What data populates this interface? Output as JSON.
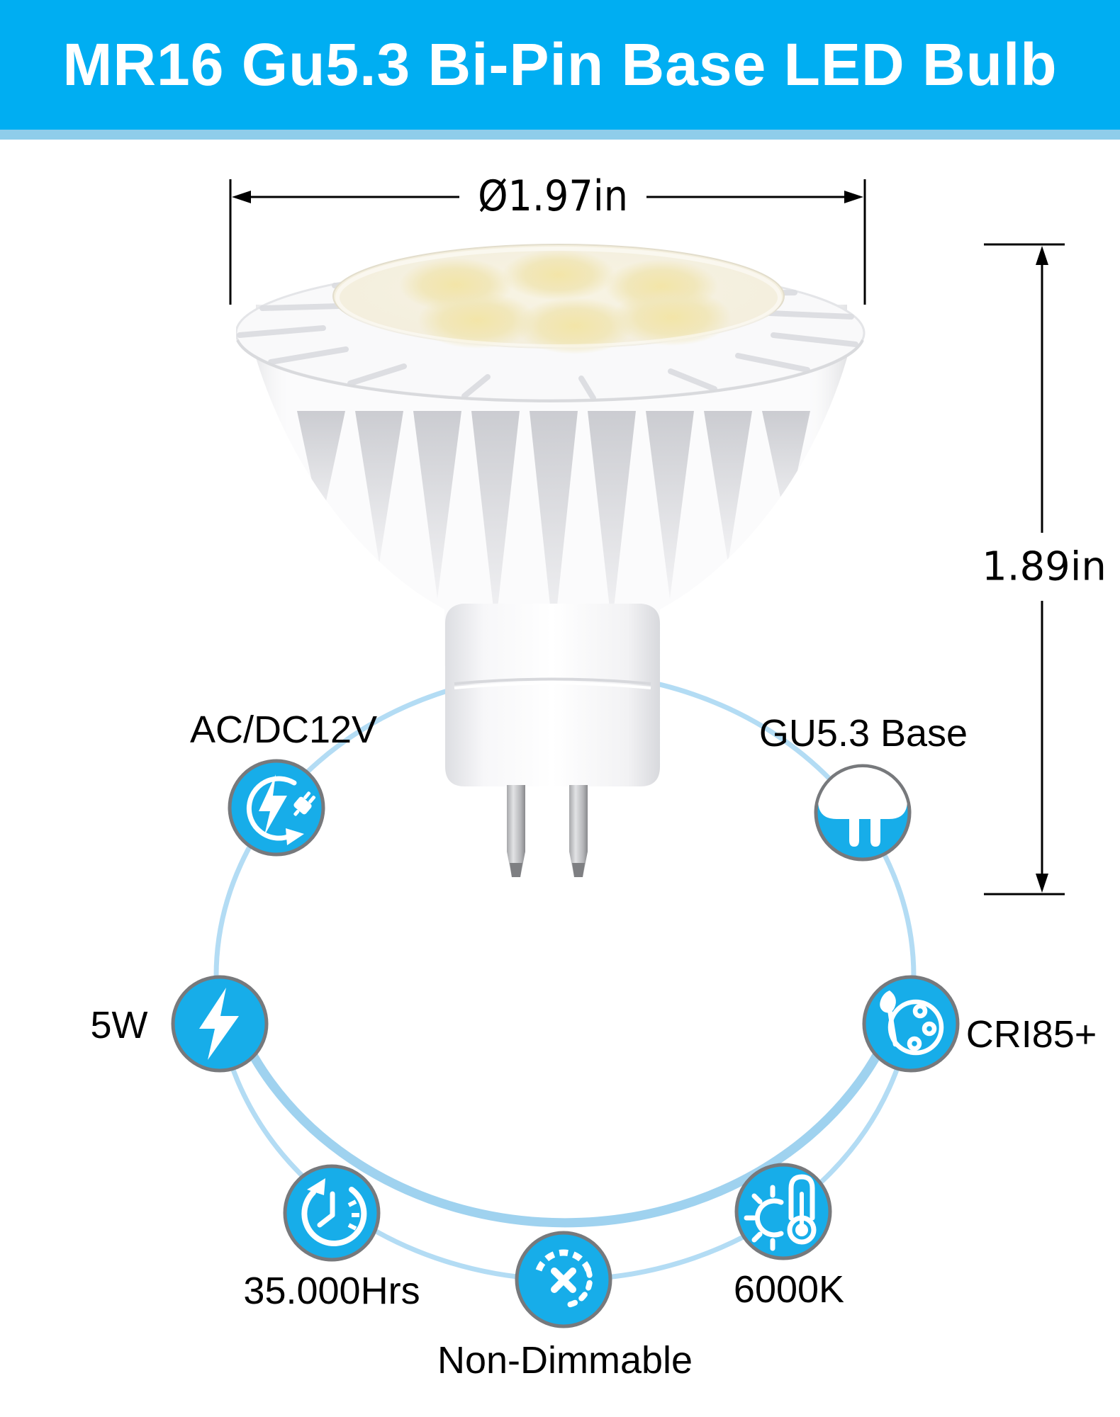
{
  "header": {
    "title": "MR16 Gu5.3 Bi-Pin Base LED Bulb"
  },
  "dimensions": {
    "diameter_label": "Ø1.97in",
    "height_label": "1.89in"
  },
  "product_image": "mr16-led-bulb-render",
  "features": [
    {
      "label": "AC/DC12V",
      "icon": "ac-dc-power-cycle-icon"
    },
    {
      "label": "GU5.3 Base",
      "icon": "gu53-bi-pin-base-icon"
    },
    {
      "label": "5W",
      "icon": "lightning-bolt-icon"
    },
    {
      "label": "CRI85+",
      "icon": "color-palette-icon"
    },
    {
      "label": "35.000Hrs",
      "icon": "clock-history-icon"
    },
    {
      "label": "6000K",
      "icon": "sun-thermometer-icon"
    },
    {
      "label": "Non-Dimmable",
      "icon": "dimmer-crossed-icon"
    }
  ],
  "colors": {
    "banner_blue": "#00aef2",
    "banner_strip": "#8fcdea",
    "icon_blue": "#17ade9",
    "icon_ring_gray": "#77797c",
    "arc_light_blue": "#a8d7f2",
    "text_black": "#000000"
  }
}
